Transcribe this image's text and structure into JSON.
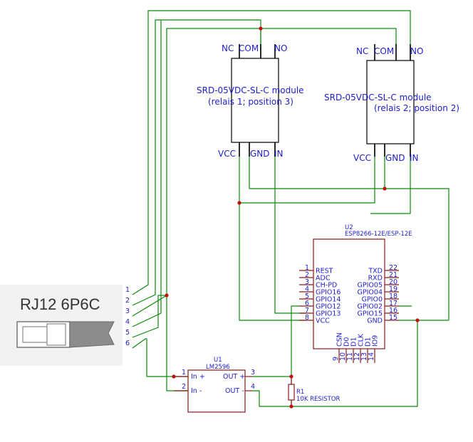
{
  "connector": {
    "title": "RJ12 6P6C",
    "pins": [
      "1",
      "2",
      "3",
      "4",
      "5",
      "6"
    ]
  },
  "relay1": {
    "top_pins": [
      "NC",
      "COM",
      "NO"
    ],
    "name": "SRD-05VDC-SL-C module",
    "position": "(relais 1; position 3)",
    "bottom_pins": [
      "VCC",
      "GND",
      "IN"
    ]
  },
  "relay2": {
    "top_pins": [
      "NC",
      "COM",
      "NO"
    ],
    "name": "SRD-05VDC-SL-C module",
    "position": "(relais 2; position 2)",
    "bottom_pins": [
      "VCC",
      "GND",
      "IN"
    ]
  },
  "esp": {
    "ref": "U2",
    "value": "ESP8266-12E/ESP-12E",
    "left_pins": [
      {
        "num": "1",
        "name": "REST"
      },
      {
        "num": "2",
        "name": "ADC"
      },
      {
        "num": "3",
        "name": "CH-PD"
      },
      {
        "num": "4",
        "name": "GPIO16"
      },
      {
        "num": "5",
        "name": "GPIO14"
      },
      {
        "num": "6",
        "name": "GPIO12"
      },
      {
        "num": "7",
        "name": "GPIO13"
      },
      {
        "num": "8",
        "name": "VCC"
      }
    ],
    "right_pins": [
      {
        "num": "22",
        "name": "TXD"
      },
      {
        "num": "21",
        "name": "RXD"
      },
      {
        "num": "20",
        "name": "GPIO05"
      },
      {
        "num": "19",
        "name": "GPIO04"
      },
      {
        "num": "18",
        "name": "GPIO0"
      },
      {
        "num": "17",
        "name": "GPIO02"
      },
      {
        "num": "16",
        "name": "GPIO15"
      },
      {
        "num": "15",
        "name": "GND"
      }
    ],
    "bottom_pins": [
      {
        "num": "9",
        "name": "CSN"
      },
      {
        "num": "10",
        "name": "D0"
      },
      {
        "num": "11",
        "name": "D1"
      },
      {
        "num": "12",
        "name": "CLK"
      },
      {
        "num": "13",
        "name": "D1"
      },
      {
        "num": "14",
        "name": "IO9"
      }
    ]
  },
  "regulator": {
    "ref": "U1",
    "value": "LM2596",
    "pins": [
      {
        "num": "1",
        "name": "In +"
      },
      {
        "num": "2",
        "name": "In -"
      },
      {
        "num": "3",
        "name": "OUT +"
      },
      {
        "num": "4",
        "name": "OUT -"
      }
    ]
  },
  "resistor": {
    "ref": "R1",
    "value": "10K RESISTOR"
  },
  "colors": {
    "wire": "#0a8a0a",
    "part": "#8b1a1a",
    "label": "#1d1dcc",
    "junction": "#c01010"
  }
}
